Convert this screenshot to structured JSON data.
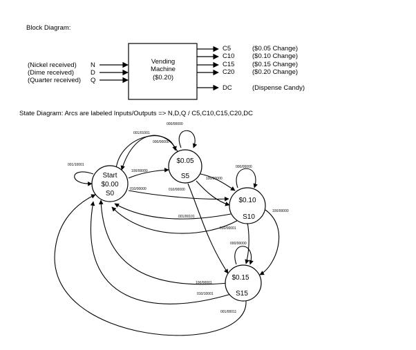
{
  "block": {
    "title": "Block Diagram:",
    "machine": [
      "Vending",
      "Machine",
      "($0.20)"
    ],
    "inputs": [
      {
        "label": "(Nickel received)",
        "sym": "N"
      },
      {
        "label": "(Dime received)",
        "sym": "D"
      },
      {
        "label": "(Quarter received)",
        "sym": "Q"
      }
    ],
    "outputs": [
      {
        "sym": "C5",
        "desc": "($0.05 Change)"
      },
      {
        "sym": "C10",
        "desc": "($0.10 Change)"
      },
      {
        "sym": "C15",
        "desc": "($0.15 Change)"
      },
      {
        "sym": "C20",
        "desc": "($0.20 Change)"
      },
      {
        "sym": "DC",
        "desc": "(Dispense Candy)"
      }
    ]
  },
  "state_diagram": {
    "caption": "State Diagram:    Arcs are labeled Inputs/Outputs  =>  N,D,Q / C5,C10,C15,C20,DC",
    "states": [
      {
        "id": "s0",
        "lines": [
          "Start",
          "$0.00",
          "S0"
        ]
      },
      {
        "id": "s5",
        "lines": [
          "$0.05",
          "S5"
        ]
      },
      {
        "id": "s10",
        "lines": [
          "$0.10",
          "S10"
        ]
      },
      {
        "id": "s15",
        "lines": [
          "$0.15",
          "S15"
        ]
      }
    ],
    "arc_labels": {
      "s0_self": "001/10001",
      "s0_top": "000/00000",
      "s5_to_s0": "001/01001",
      "s5_self": "000/00000",
      "s0_to_s5": "100/00000",
      "s0_to_s10": "010/00000",
      "s5_to_s10": "100/00000",
      "s5_s10b": "010/00000",
      "s10_self": "000/00000",
      "s10_to_s0": "001/00101",
      "s10_to_s15": "010/00001",
      "s10_right": "100/00000",
      "s15_self": "000/00000",
      "s15_to_s0_a": "100/00001",
      "s15_to_s0_b": "010/10001",
      "s15_to_s0_c": "001/00011"
    }
  }
}
